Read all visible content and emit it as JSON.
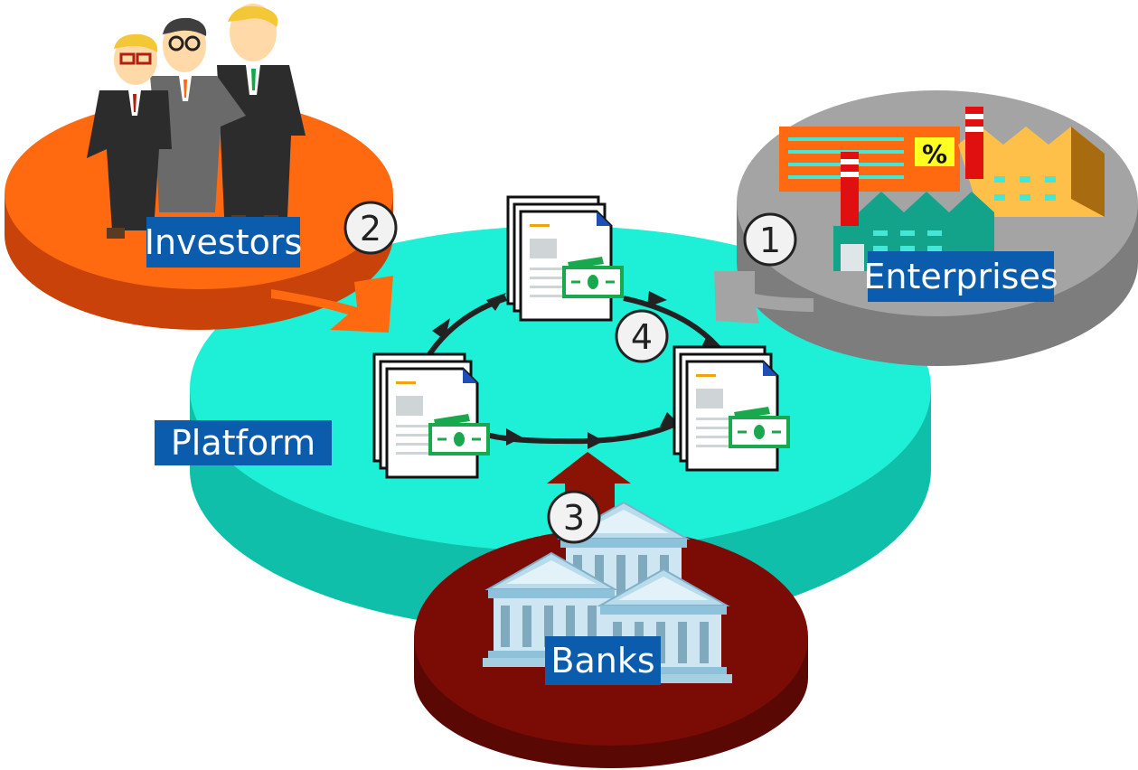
{
  "labels": {
    "investors": "Investors",
    "enterprises": "Enterprises",
    "platform": "Platform",
    "banks": "Banks"
  },
  "steps": {
    "enterprises": "1",
    "investors": "2",
    "banks": "3",
    "cycle": "4"
  },
  "factory_sign": "%",
  "colors": {
    "platform_top": "#1ef0d8",
    "platform_side": "#10bfa9",
    "investors_top": "#ff6a10",
    "investors_side": "#c8420a",
    "enterprises_top": "#a4a4a4",
    "enterprises_side": "#7d7d7d",
    "banks_top": "#7a0c05",
    "banks_side": "#5a0804",
    "label_bg": "#0b5cad",
    "money_green": "#1aa84e"
  }
}
